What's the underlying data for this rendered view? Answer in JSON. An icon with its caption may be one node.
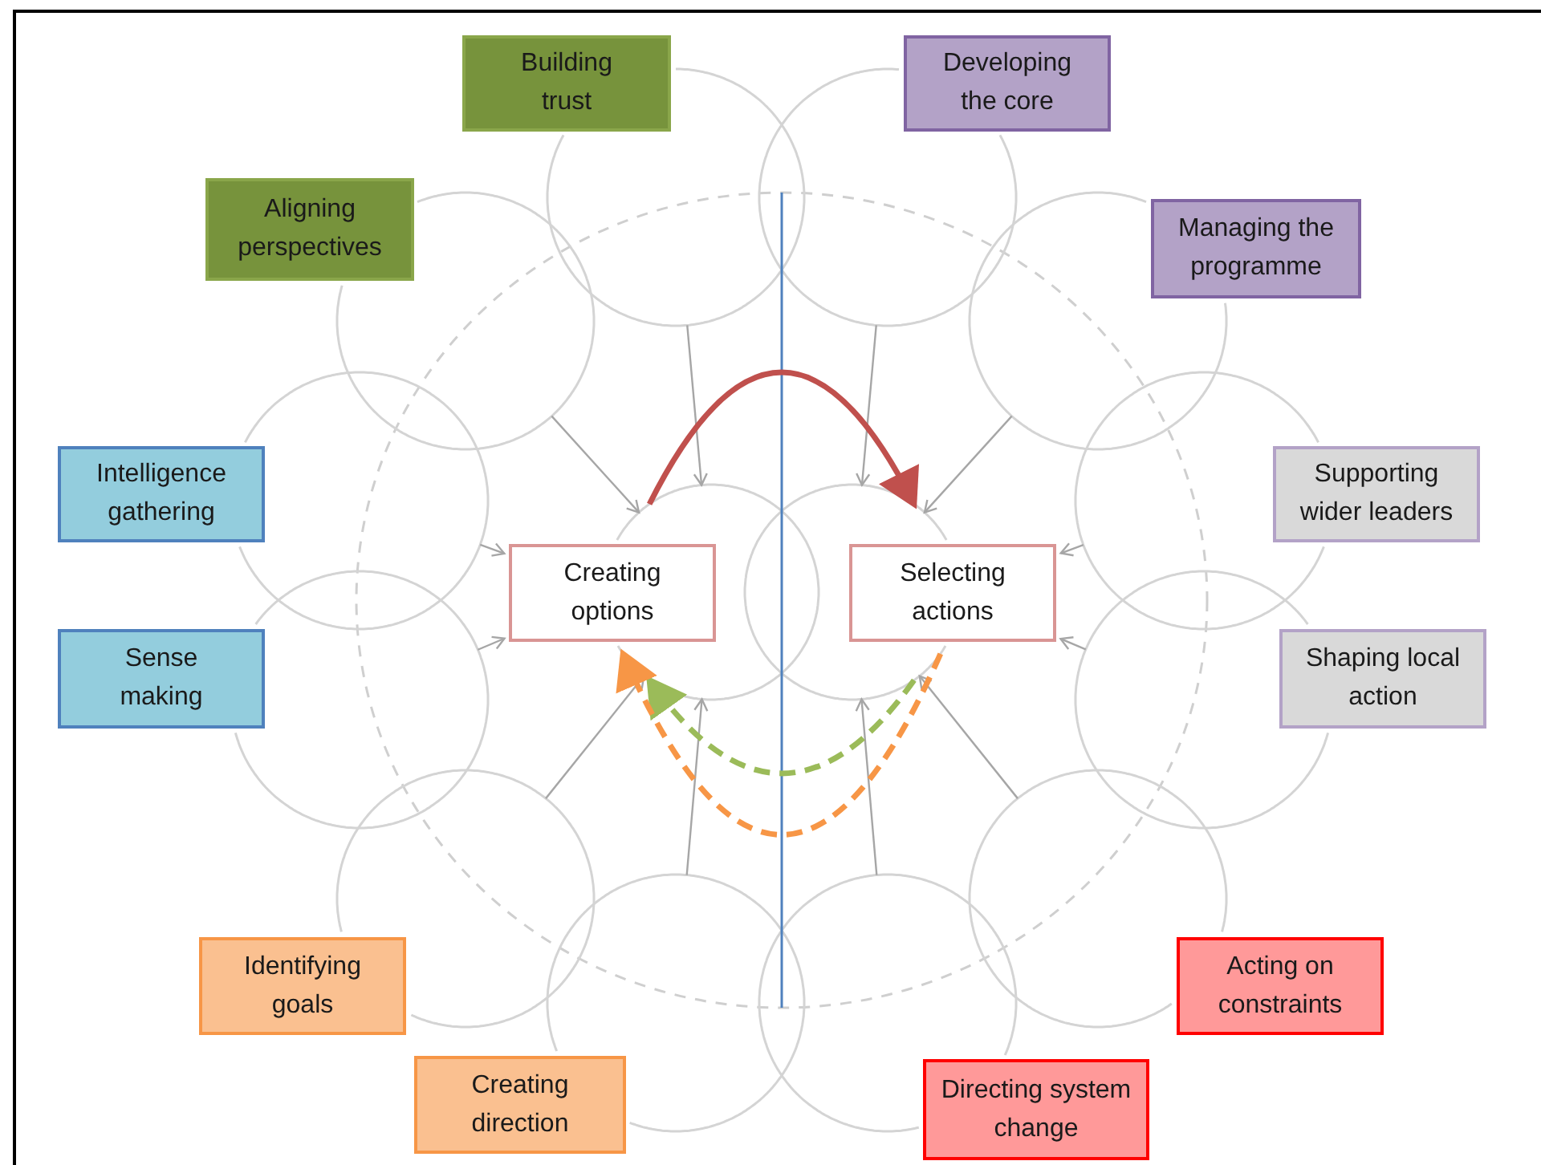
{
  "diagram": {
    "nodes": [
      {
        "text": [
          "Building trust"
        ]
      },
      {
        "text": [
          "Developing the core"
        ]
      },
      {
        "text": [
          "Aligning perspectives"
        ]
      },
      {
        "text": [
          "Managing the programme"
        ]
      },
      {
        "text": [
          "Intelligence gathering"
        ]
      },
      {
        "text": [
          "Supporting wider leaders"
        ]
      },
      {
        "text": [
          "Creating options"
        ]
      },
      {
        "text": [
          "Selecting actions"
        ]
      },
      {
        "text": [
          "Sense making"
        ]
      },
      {
        "text": [
          "Shaping local action"
        ]
      },
      {
        "text": [
          "Identifying goals"
        ]
      },
      {
        "text": [
          "Acting on constraints"
        ]
      },
      {
        "text": [
          "Creating direction"
        ]
      },
      {
        "text": [
          "Directing system change"
        ]
      },
      {
        "text": [],
        "shape": "circle"
      },
      {
        "text": [],
        "shape": "circle"
      },
      {
        "text": [],
        "shape": "circle"
      },
      {
        "text": [],
        "shape": "circle"
      },
      {
        "text": [],
        "shape": "circle"
      },
      {
        "text": [],
        "shape": "circle"
      },
      {
        "text": [],
        "shape": "circle"
      },
      {
        "text": [],
        "shape": "circle"
      },
      {
        "text": [],
        "shape": "circle"
      },
      {
        "text": [],
        "shape": "circle"
      },
      {
        "text": [],
        "shape": "circle"
      },
      {
        "text": [],
        "shape": "circle"
      },
      {
        "text": [],
        "shape": "circle"
      },
      {
        "text": [],
        "shape": "circle"
      }
    ],
    "edges": [
      {
        "from": 14,
        "to": 20,
        "arrow": "to"
      },
      {
        "from": 16,
        "to": 20,
        "arrow": "to"
      },
      {
        "from": 18,
        "to": 6,
        "arrow": "to"
      },
      {
        "from": 22,
        "to": 6,
        "arrow": "to"
      },
      {
        "from": 24,
        "to": 20,
        "arrow": "to"
      },
      {
        "from": 26,
        "to": 20,
        "arrow": "to"
      },
      {
        "from": 15,
        "to": 21,
        "arrow": "to"
      },
      {
        "from": 17,
        "to": 21,
        "arrow": "to"
      },
      {
        "from": 19,
        "to": 7,
        "arrow": "to"
      },
      {
        "from": 23,
        "to": 7,
        "arrow": "to"
      },
      {
        "from": 25,
        "to": 21,
        "arrow": "to"
      },
      {
        "from": 27,
        "to": 21,
        "arrow": "to"
      },
      {
        "from": 20,
        "to": 21,
        "arrow": "to",
        "style": "thick",
        "color": "#c0504d"
      },
      {
        "from": 21,
        "to": 20,
        "arrow": "to",
        "style": "dashed",
        "color": "#9bbb59"
      },
      {
        "from": 21,
        "to": 20,
        "arrow": "to",
        "style": "dashed",
        "color": "#f79646"
      }
    ]
  }
}
